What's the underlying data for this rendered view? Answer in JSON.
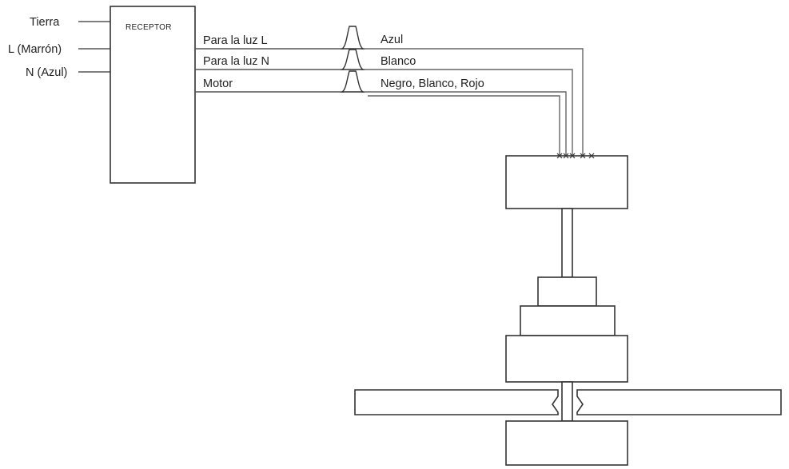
{
  "inputs": {
    "ground_label": "Tierra",
    "live_label": "L (Marrón)",
    "neutral_label": "N (Azul)"
  },
  "receiver": {
    "title": "RECEPTOR"
  },
  "outputs": {
    "light_l_label": "Para la luz L",
    "light_n_label": "Para la luz N",
    "motor_label": "Motor"
  },
  "fan_wires": {
    "light_l_color": "Azul",
    "light_n_color": "Blanco",
    "motor_colors": "Negro, Blanco, Rojo"
  }
}
